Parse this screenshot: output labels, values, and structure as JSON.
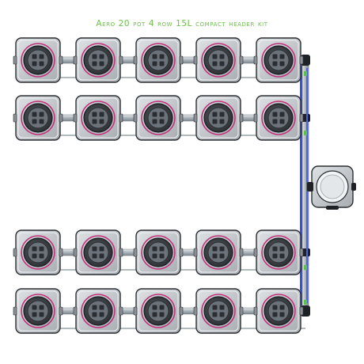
{
  "title": "Aero 20 pot 4 row 15L compact header kit",
  "kit": {
    "rows": 4,
    "pots_per_row": 5,
    "pot_volume_label": "15L",
    "components": [
      "pot-lid-icon",
      "growing-pot-icon",
      "header-tank-icon",
      "drip-ring-icon",
      "feed-pipe-icon",
      "return-pipe-icon"
    ]
  },
  "colors": {
    "title": "#6cc04a",
    "pot_fill": "#bfc3c7",
    "pot_outline": "#2b2f33",
    "lid_fill": "#3a3f44",
    "pipe_fill": "#a9b3ba",
    "drip_ring": "#c0327a",
    "feed_hose": "#3b4fd1",
    "header_fill": "#d9dde0"
  }
}
